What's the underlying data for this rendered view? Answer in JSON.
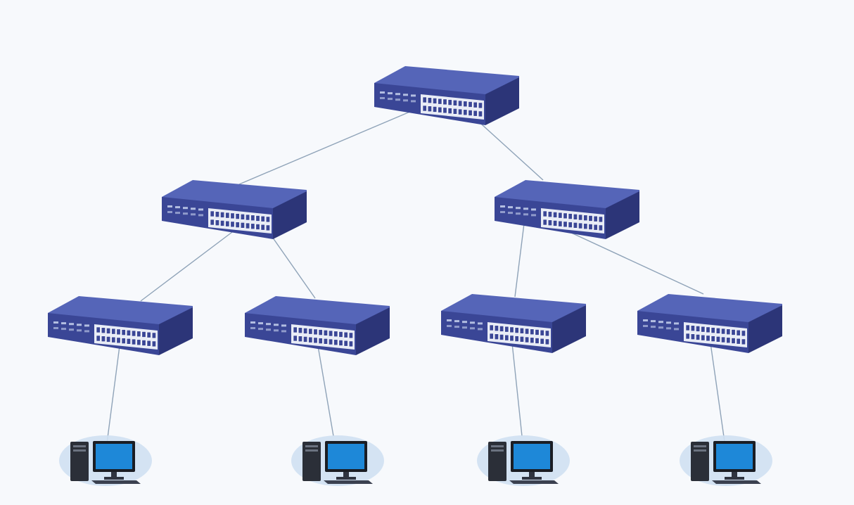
{
  "diagram": {
    "type": "tree-network-topology",
    "levels": 4,
    "nodes": [
      {
        "id": "switch-root",
        "kind": "switch",
        "level": 0
      },
      {
        "id": "switch-l1-left",
        "kind": "switch",
        "level": 1
      },
      {
        "id": "switch-l1-right",
        "kind": "switch",
        "level": 1
      },
      {
        "id": "switch-l2-1",
        "kind": "switch",
        "level": 2
      },
      {
        "id": "switch-l2-2",
        "kind": "switch",
        "level": 2
      },
      {
        "id": "switch-l2-3",
        "kind": "switch",
        "level": 2
      },
      {
        "id": "switch-l2-4",
        "kind": "switch",
        "level": 2
      },
      {
        "id": "computer-1",
        "kind": "computer",
        "level": 3
      },
      {
        "id": "computer-2",
        "kind": "computer",
        "level": 3
      },
      {
        "id": "computer-3",
        "kind": "computer",
        "level": 3
      },
      {
        "id": "computer-4",
        "kind": "computer",
        "level": 3
      }
    ],
    "links": [
      {
        "from": "switch-root",
        "to": "switch-l1-left"
      },
      {
        "from": "switch-root",
        "to": "switch-l1-right"
      },
      {
        "from": "switch-l1-left",
        "to": "switch-l2-1"
      },
      {
        "from": "switch-l1-left",
        "to": "switch-l2-2"
      },
      {
        "from": "switch-l1-right",
        "to": "switch-l2-3"
      },
      {
        "from": "switch-l1-right",
        "to": "switch-l2-4"
      },
      {
        "from": "switch-l2-1",
        "to": "computer-1"
      },
      {
        "from": "switch-l2-2",
        "to": "computer-2"
      },
      {
        "from": "switch-l2-3",
        "to": "computer-3"
      },
      {
        "from": "switch-l2-4",
        "to": "computer-4"
      }
    ]
  },
  "icons": {
    "switch": "network-switch-icon",
    "computer": "desktop-computer-icon"
  },
  "colors": {
    "background": "#f7f9fc",
    "switch_top": "#5565b8",
    "switch_front": "#3a4696",
    "switch_side": "#2c3578",
    "port_panel": "#e8ecf6",
    "link": "#8fa3b8",
    "halo": "#cfe0f2",
    "monitor_screen": "#1e88d8",
    "tower": "#2b2f38"
  }
}
